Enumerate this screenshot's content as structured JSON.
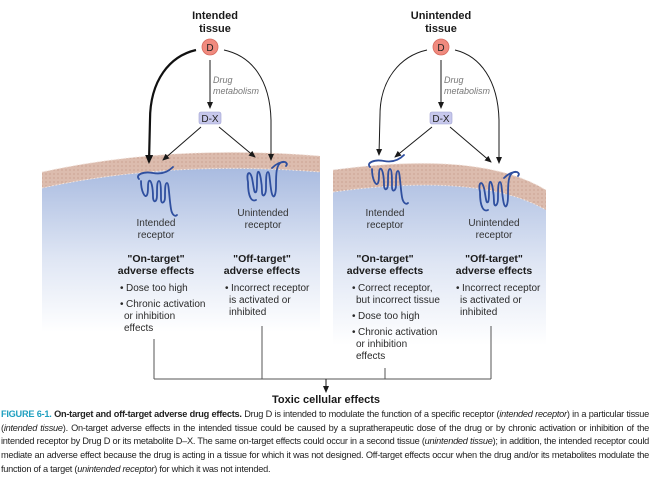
{
  "panels": [
    {
      "id": "intended",
      "title_line1": "Intended",
      "title_line2": "tissue",
      "drug_label": "D",
      "metabolism_line1": "Drug",
      "metabolism_line2": "metabolism",
      "metabolite_label": "D-X",
      "receptor_left_line1": "Intended",
      "receptor_left_line2": "receptor",
      "receptor_right_line1": "Unintended",
      "receptor_right_line2": "receptor",
      "on_target_heading_line1": "\"On-target\"",
      "on_target_heading_line2": "adverse effects",
      "on_target_bullets": [
        [
          "Dose too high"
        ],
        [
          "Chronic activation",
          "or inhibition",
          "effects"
        ]
      ],
      "off_target_heading_line1": "\"Off-target\"",
      "off_target_heading_line2": "adverse effects",
      "off_target_bullets": [
        [
          "Incorrect receptor",
          "is activated or",
          "inhibited"
        ]
      ]
    },
    {
      "id": "unintended",
      "title_line1": "Unintended",
      "title_line2": "tissue",
      "drug_label": "D",
      "metabolism_line1": "Drug",
      "metabolism_line2": "metabolism",
      "metabolite_label": "D-X",
      "receptor_left_line1": "Intended",
      "receptor_left_line2": "receptor",
      "receptor_right_line1": "Unintended",
      "receptor_right_line2": "receptor",
      "on_target_heading_line1": "\"On-target\"",
      "on_target_heading_line2": "adverse effects",
      "on_target_bullets": [
        [
          "Correct receptor,",
          "but incorrect tissue"
        ],
        [
          "Dose too high"
        ],
        [
          "Chronic activation",
          "or inhibition",
          "effects"
        ]
      ],
      "off_target_heading_line1": "\"Off-target\"",
      "off_target_heading_line2": "adverse effects",
      "off_target_bullets": [
        [
          "Incorrect receptor",
          "is activated or",
          "inhibited"
        ]
      ]
    }
  ],
  "outcome_label": "Toxic cellular effects",
  "colors": {
    "drug_fill": "#f08a7e",
    "metabolite_fill": "#c7c8ec",
    "membrane": "#dcbcae",
    "cytoplasm_top": "#a9bbe0",
    "receptor": "#2f4f9f",
    "figure_label": "#1f9fbf"
  },
  "caption": {
    "figure_label": "FIGURE 6-1.",
    "title": "On-target and off-target adverse drug effects.",
    "s1": " Drug D is intended to modulate the function of a specific receptor (",
    "s1_i": "intended receptor",
    "s2": ") in a particular tissue (",
    "s2_i": "intended tissue",
    "s3": "). On-target adverse effects in the intended tissue could be caused by a supratherapeutic dose of the drug or by chronic activation or inhibition of the intended receptor by Drug D or its metabolite D–X. The same on-target effects could occur in a second tissue (",
    "s3_i": "unintended tissue",
    "s4": "); in addition, the intended receptor could mediate an adverse effect because the drug is acting in a tissue for which it was not designed. Off-target effects occur when the drug and/or its metabolites modulate the function of a target (",
    "s4_i": "unintended receptor",
    "s5": ") for which it was not intended."
  }
}
